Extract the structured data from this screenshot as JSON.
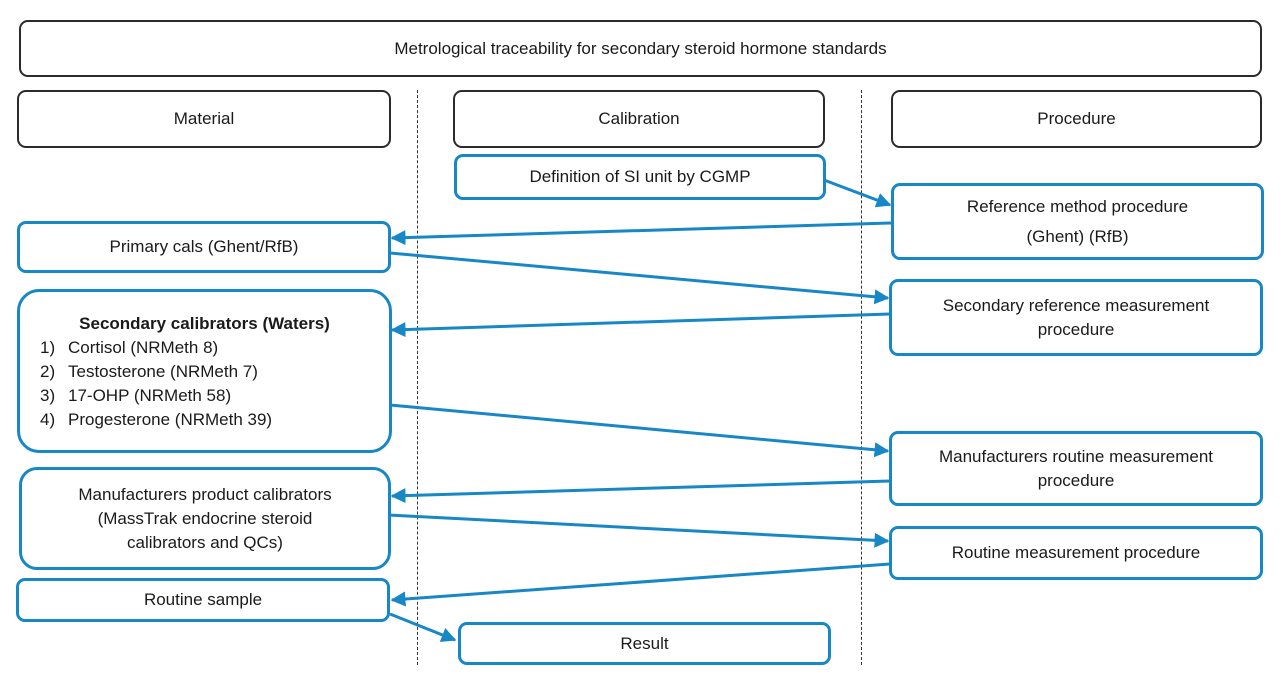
{
  "title": "Metrological traceability for secondary steroid hormone standards",
  "columns": {
    "material": "Material",
    "calibration": "Calibration",
    "procedure": "Procedure"
  },
  "calibration": {
    "definition": "Definition of SI unit by CGMP",
    "result": "Result"
  },
  "material": {
    "primary": "Primary cals (Ghent/RfB)",
    "secondary_title": "Secondary calibrators (Waters)",
    "secondary_items": [
      {
        "num": "1)",
        "label": "Cortisol (NRMeth 8)"
      },
      {
        "num": "2)",
        "label": "Testosterone (NRMeth 7)"
      },
      {
        "num": "3)",
        "label": "17-OHP (NRMeth 58)"
      },
      {
        "num": "4)",
        "label": "Progesterone (NRMeth 39)"
      }
    ],
    "manufacturer": [
      "Manufacturers product calibrators",
      "(MassTrak endocrine steroid",
      "calibrators and QCs)"
    ],
    "routine_sample": "Routine sample"
  },
  "procedure": {
    "reference": [
      "Reference method procedure",
      "(Ghent) (RfB)"
    ],
    "secondary": [
      "Secondary reference measurement",
      "procedure"
    ],
    "manufacturer": [
      "Manufacturers routine measurement",
      "procedure"
    ],
    "routine": "Routine measurement procedure"
  },
  "colors": {
    "accent": "#1787c6",
    "outline": "#2b2b2b"
  }
}
